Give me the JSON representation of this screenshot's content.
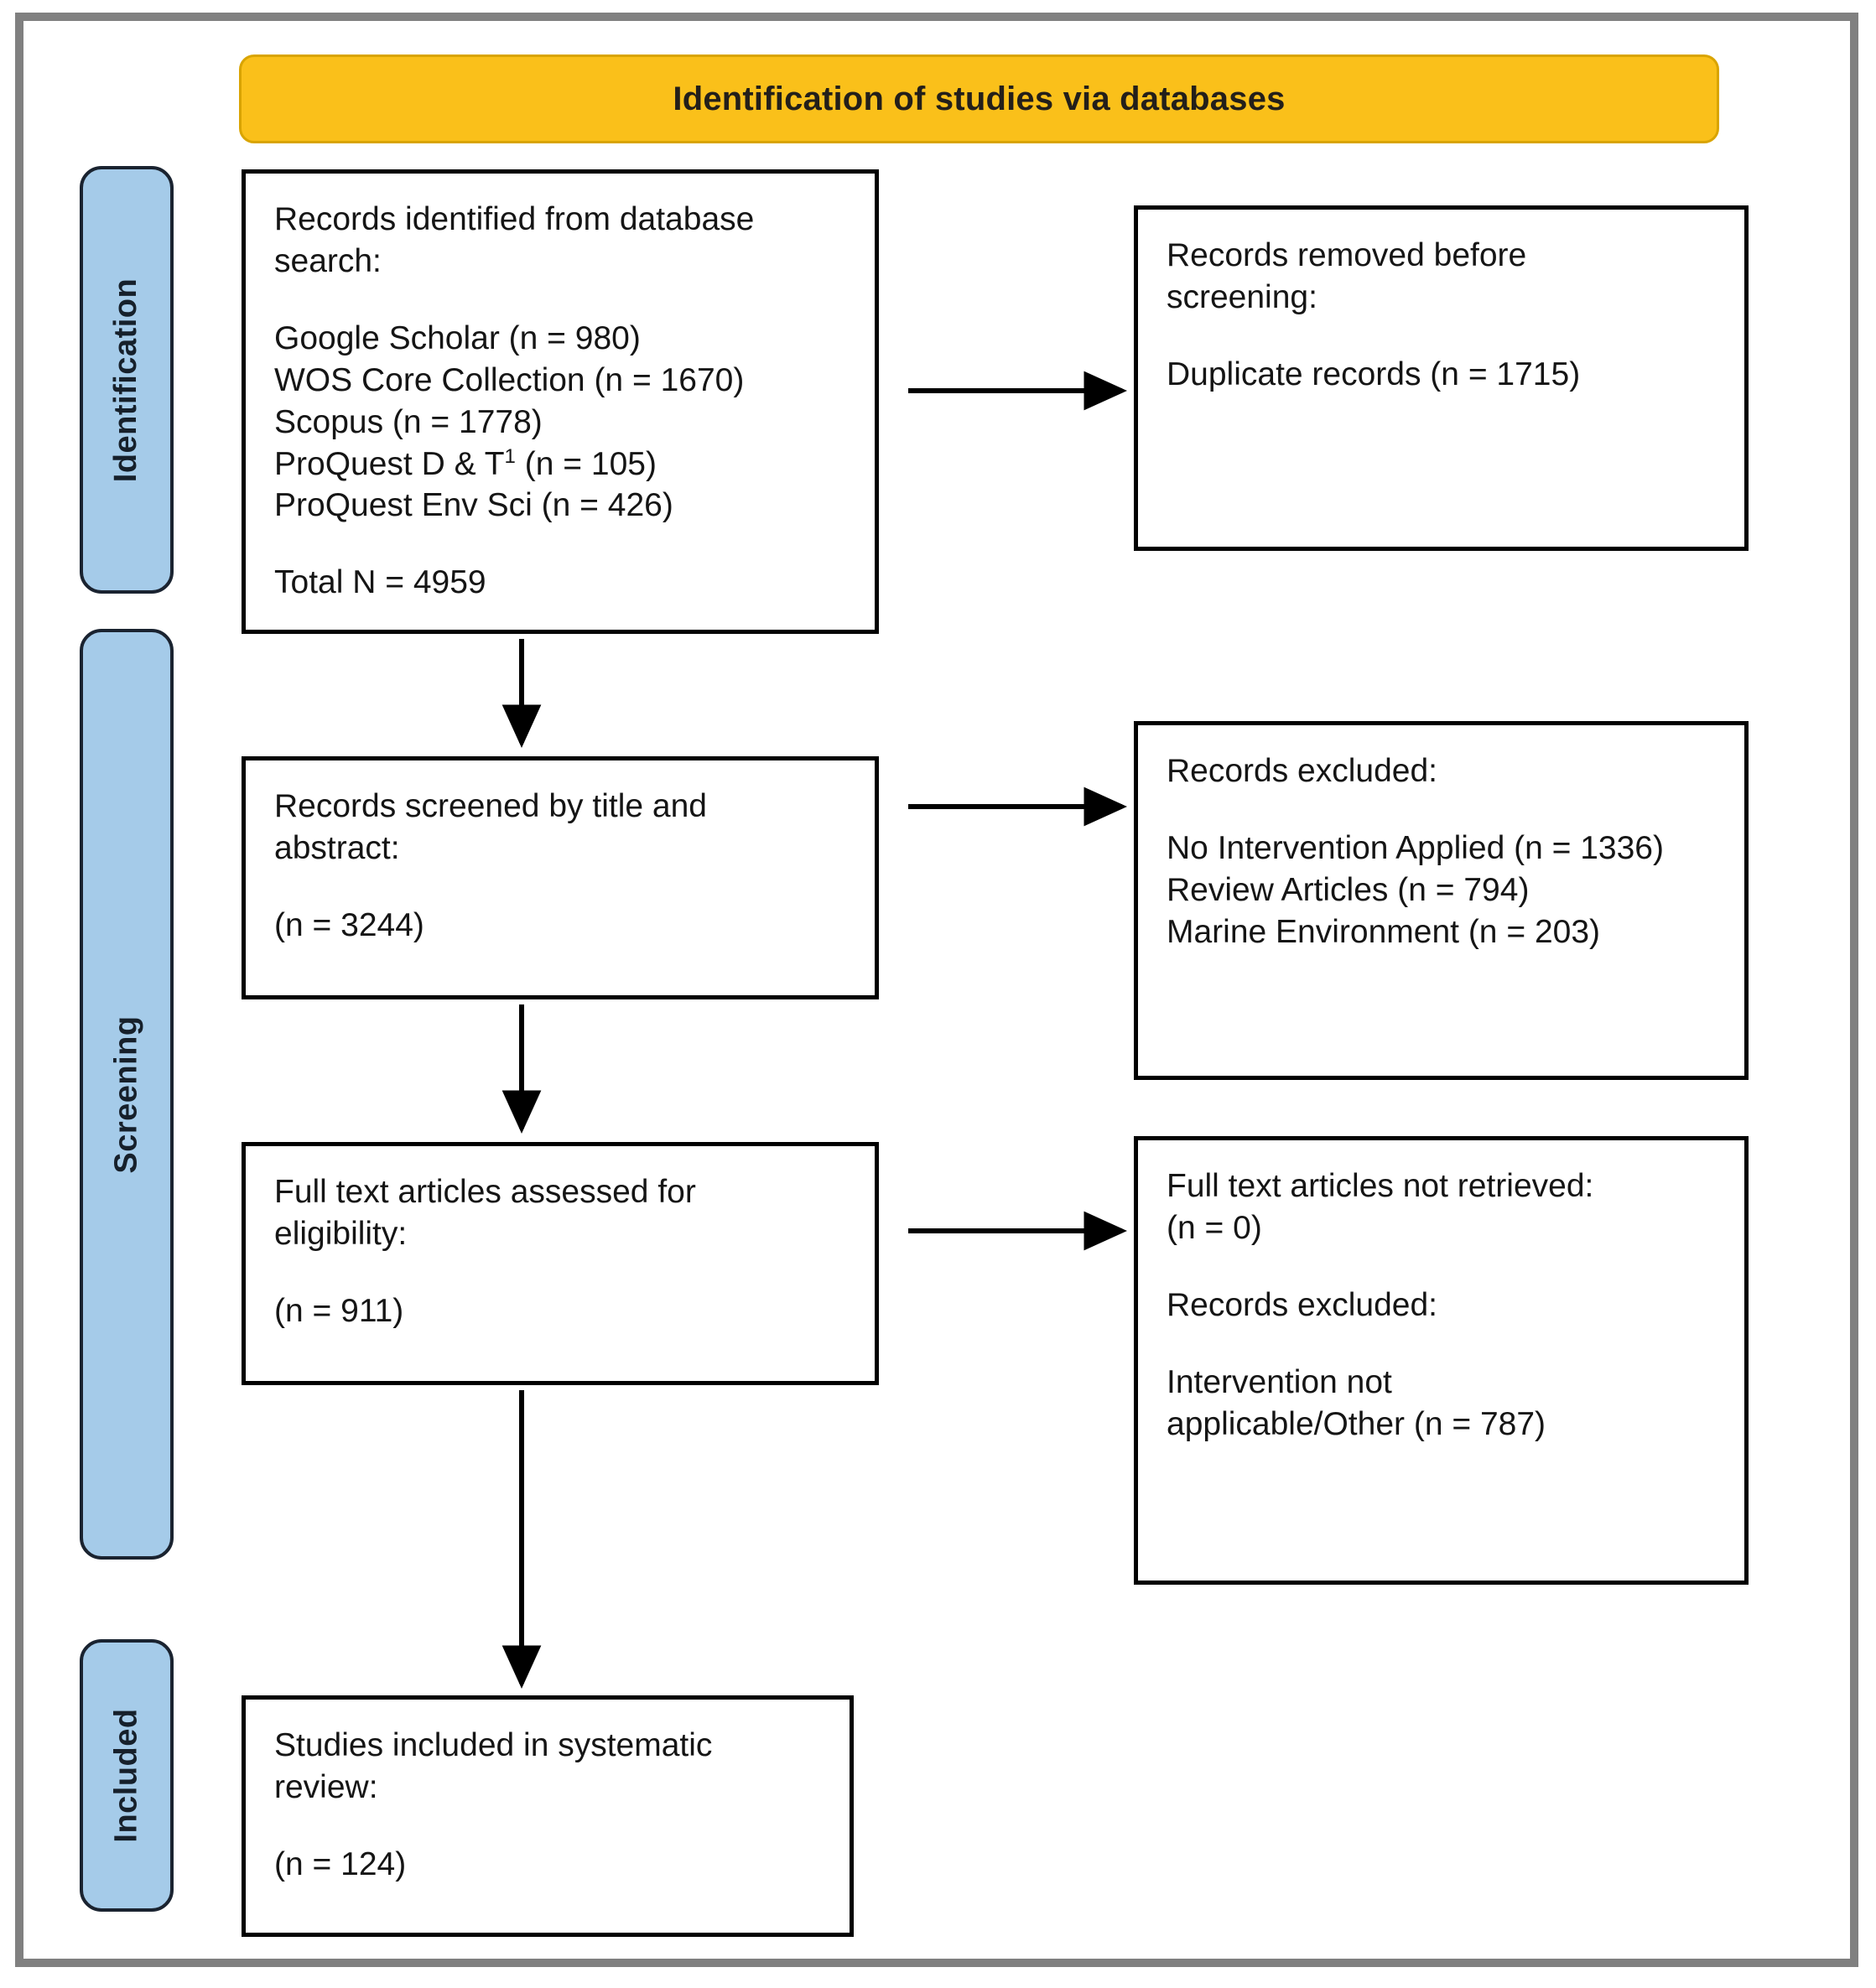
{
  "diagram": {
    "title": "Identification of studies via databases",
    "colors": {
      "banner_bg": "#FAC01A",
      "stage_pill_bg": "#A5CBE9",
      "frame": "#808080",
      "box_border": "#000000"
    }
  },
  "stages": [
    {
      "label": "Identification"
    },
    {
      "label": "Screening"
    },
    {
      "label": "Included"
    }
  ],
  "boxes": {
    "identified": {
      "heading_line1": "Records identified from database",
      "heading_line2": "search:",
      "sources": [
        "Google Scholar (n = 980)",
        "WOS Core Collection (n = 1670)",
        "Scopus (n = 1778)",
        "ProQuest D & T",
        "ProQuest Env Sci (n = 426)"
      ],
      "proquest_dt_superscript": "1",
      "proquest_dt_count": "(n = 105)",
      "total": "Total N = 4959"
    },
    "removed": {
      "heading_line1": "Records removed before",
      "heading_line2": "screening:",
      "detail": "Duplicate records (n = 1715)"
    },
    "screened": {
      "heading_line1": "Records screened by title and",
      "heading_line2": "abstract:",
      "count": "(n = 3244)"
    },
    "excluded_screening": {
      "heading": "Records excluded:",
      "reasons": [
        "No Intervention Applied (n = 1336)",
        "Review Articles (n = 794)",
        "Marine Environment (n = 203)"
      ]
    },
    "fulltext": {
      "heading_line1": "Full text articles assessed for",
      "heading_line2": "eligibility:",
      "count": "(n = 911)"
    },
    "excluded_eligibility": {
      "not_retrieved_heading": "Full text articles not retrieved:",
      "not_retrieved_count": "(n = 0)",
      "excluded_heading": "Records excluded:",
      "reason_line1": "Intervention not",
      "reason_line2": "applicable/Other (n = 787)"
    },
    "included": {
      "heading_line1": "Studies included in systematic",
      "heading_line2": "review:",
      "count": "(n = 124)"
    }
  }
}
